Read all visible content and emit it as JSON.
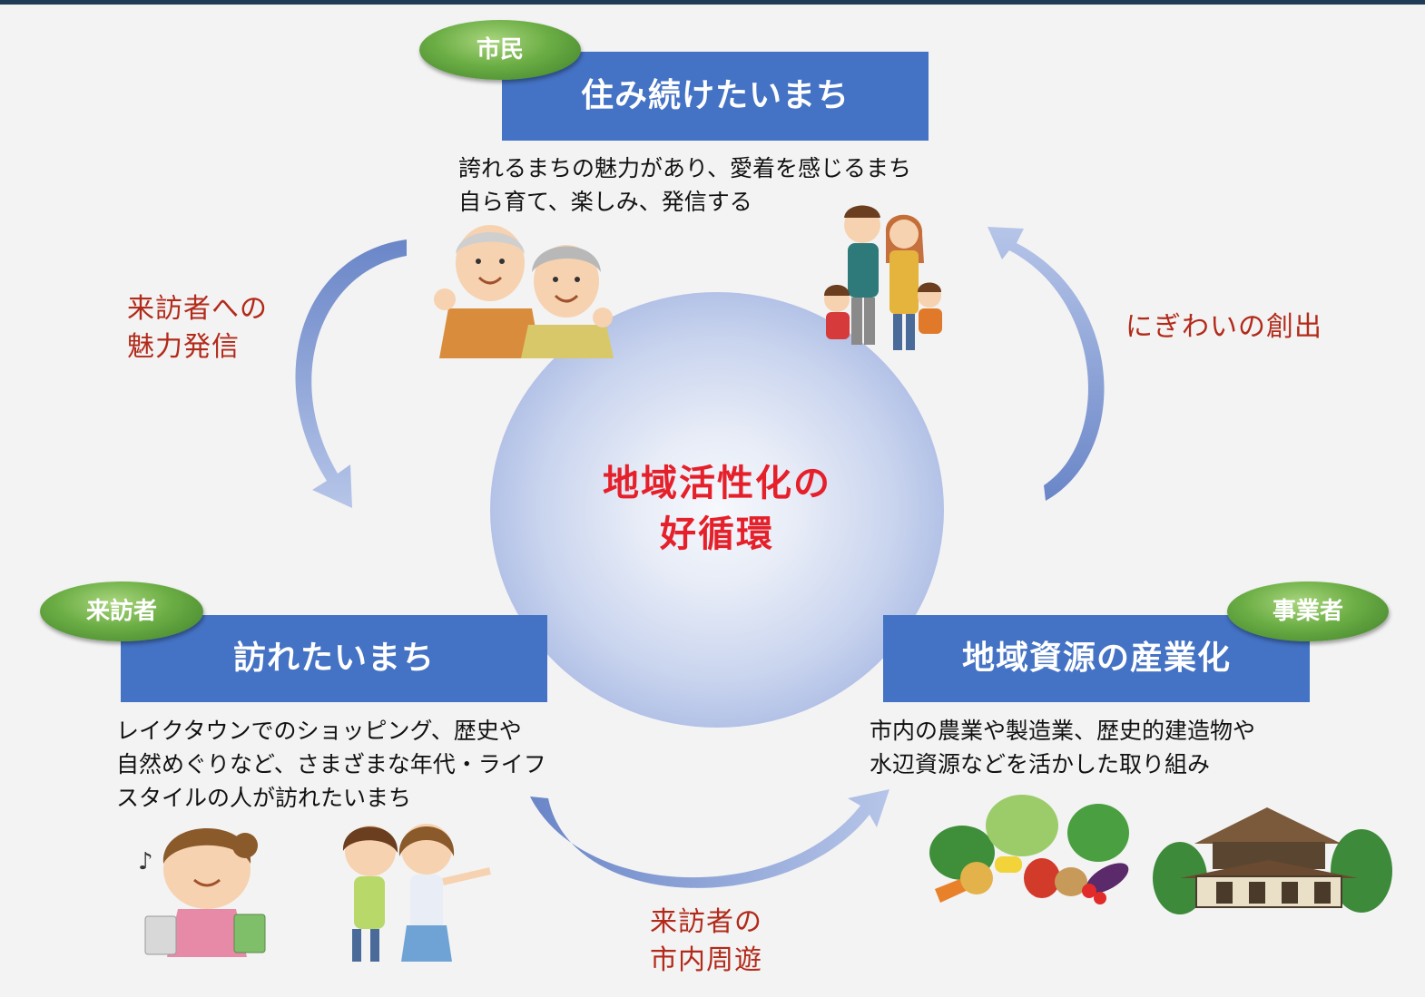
{
  "center": {
    "line1": "地域活性化の",
    "line2": "好循環"
  },
  "citizen": {
    "badge": "市民",
    "title": "住み続けたいまち",
    "desc": [
      "誇れるまちの魅力があり、愛着を感じるまち",
      "自ら育て、楽しみ、発信する"
    ]
  },
  "visitor": {
    "badge": "来訪者",
    "title": "訪れたいまち",
    "desc": [
      "レイクタウンでのショッピング、歴史や",
      "自然めぐりなど、さまざまな年代・ライフ",
      "スタイルの人が訪れたいまち"
    ]
  },
  "business": {
    "badge": "事業者",
    "title": "地域資源の産業化",
    "desc": [
      "市内の農業や製造業、歴史的建造物や",
      "水辺資源などを活かした取り組み"
    ]
  },
  "flows": {
    "left": [
      "来訪者への",
      "魅力発信"
    ],
    "right": "にぎわいの創出",
    "bottom": [
      "来訪者の",
      "市内周遊"
    ]
  },
  "colors": {
    "title_bg": "#4472c4",
    "pill_green": "#6cae45",
    "center_text": "#e5202a",
    "flow_text": "#b22a1a",
    "arrow": "#8ea6d6"
  }
}
